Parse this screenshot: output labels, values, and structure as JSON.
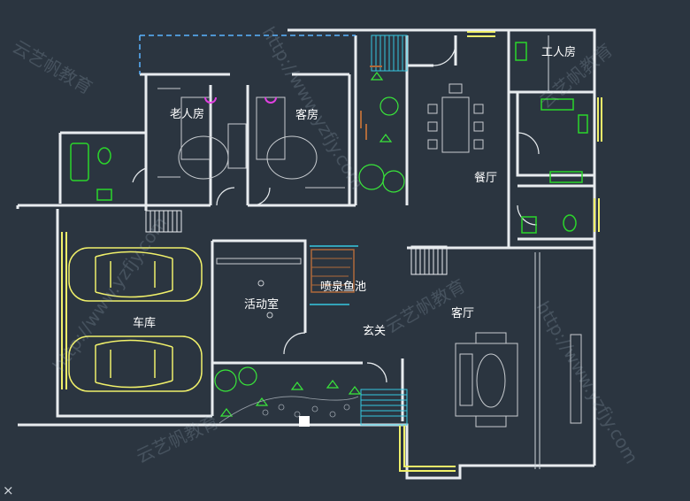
{
  "rooms": {
    "elder_room": "老人房",
    "guest_room": "客房",
    "worker_room": "工人房",
    "dining": "餐厅",
    "garage": "车库",
    "activity": "活动室",
    "fountain_pond": "喷泉鱼池",
    "foyer": "玄关",
    "living": "客厅"
  },
  "watermarks": {
    "brand": "云艺帆教育",
    "url": "http://www.yzfjy.com"
  },
  "ui": {
    "close_glyph": "×"
  },
  "colors": {
    "background": "#2b3540",
    "wall": "#e8ecef",
    "furniture": "#c8ccd0",
    "car": "#f0f06a",
    "plant": "#39e63a",
    "dashed": "#5ab4ff",
    "stairs": "#36c8e0",
    "fixture": "#2bd62b",
    "door_arc": "#e8ecef",
    "pink": "#e040e0",
    "brown": "#b06a3a"
  }
}
